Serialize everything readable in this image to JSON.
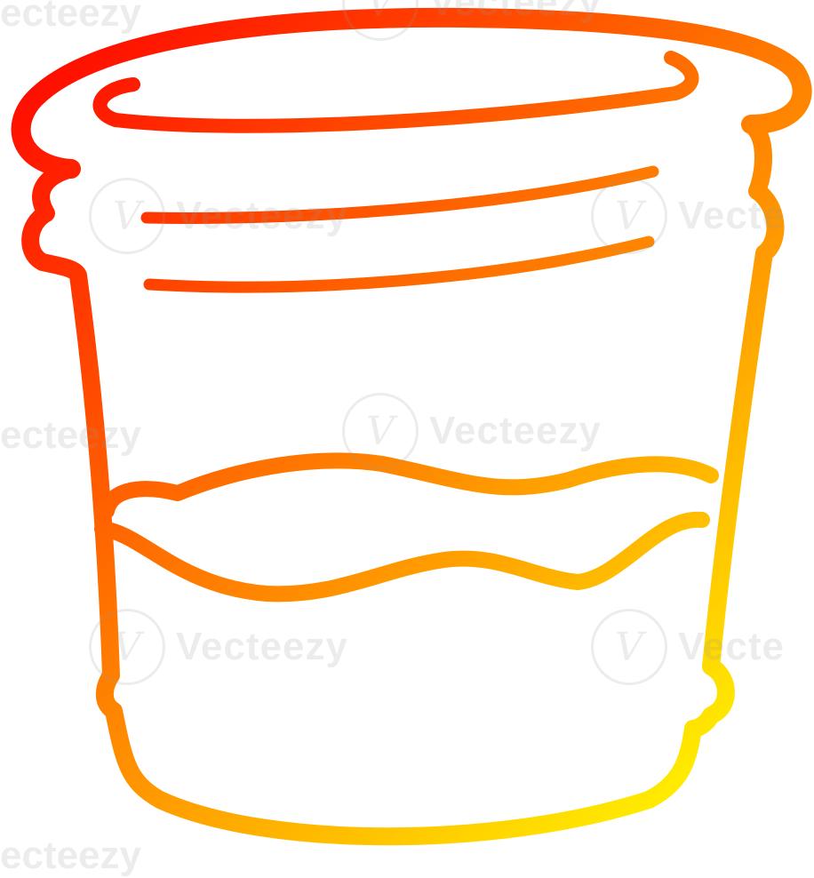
{
  "image": {
    "subject": "bucket-line-drawing",
    "gradient_colors": {
      "start": "#ff0000",
      "middle": "#ff8a00",
      "end": "#ffff00"
    },
    "background": "#ffffff"
  },
  "watermark": {
    "brand_text": "Vecteezy",
    "partial_left": "ecteezy",
    "partial_right": "Vecte",
    "logo_glyph": "V"
  }
}
